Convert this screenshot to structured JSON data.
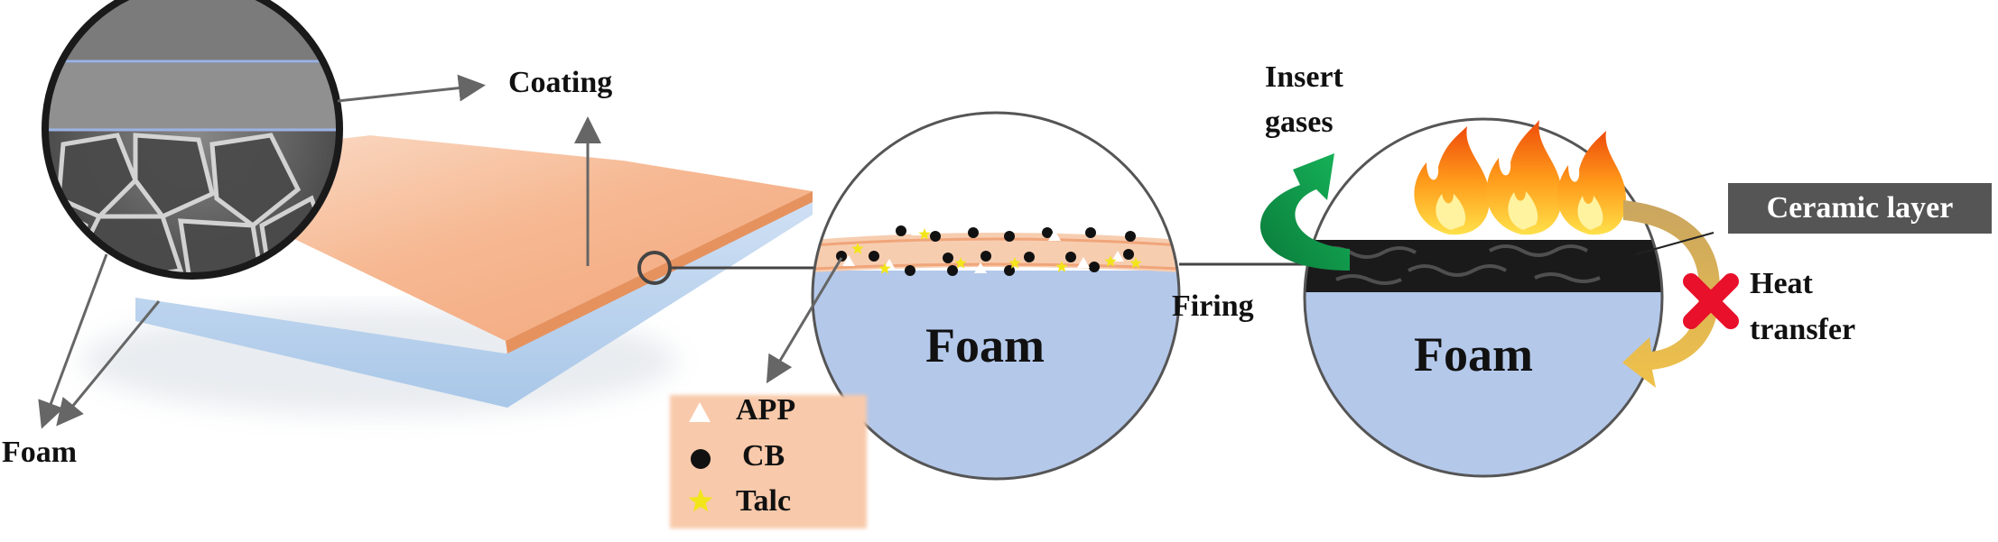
{
  "labels": {
    "coating": "Coating",
    "foam_left": "Foam",
    "foam_middle": "Foam",
    "foam_right": "Foam",
    "firing": "Firing",
    "insert_gases_line1": "Insert",
    "insert_gases_line2": "gases",
    "ceramic_layer": "Ceramic layer",
    "heat_transfer_line1": "Heat",
    "heat_transfer_line2": "transfer"
  },
  "legend": {
    "items": [
      {
        "symbol": "triangle",
        "label": "APP",
        "color": "#ffffff"
      },
      {
        "symbol": "circle",
        "label": "CB",
        "color": "#111111"
      },
      {
        "symbol": "star",
        "label": "Talc",
        "color": "#f2e51a"
      }
    ]
  },
  "colors": {
    "coating": "#f6b48f",
    "foam": "#b4c8ea",
    "foam_edge": "#8fb5de",
    "gas_arrow": "#0f9a4b",
    "heat_arrow": "#e8b24a",
    "block_cross": "#e8102a",
    "ceramic_label_bg": "#555555"
  },
  "icons": [
    "sem-micrograph-inset",
    "flame-icon",
    "gas-arrow-icon",
    "heat-arrow-icon",
    "cross-icon"
  ]
}
